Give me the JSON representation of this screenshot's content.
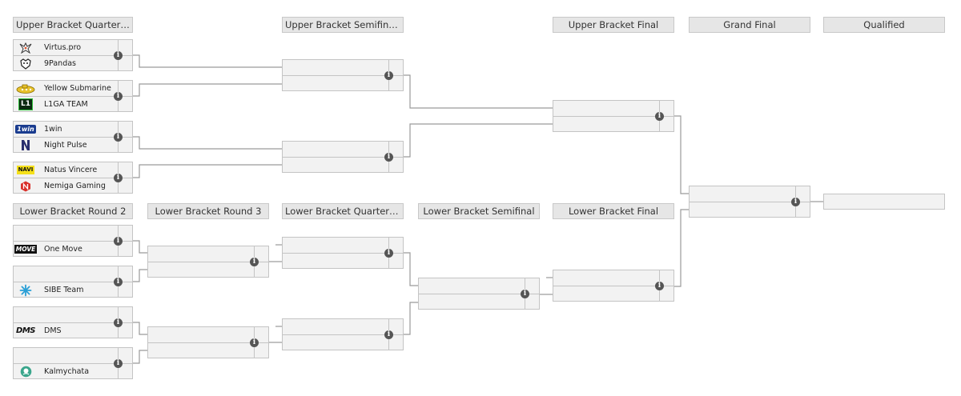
{
  "headers": {
    "ubqf": "Upper Bracket Quarterfin...",
    "ubsf": "Upper Bracket Semifinals",
    "ubf": "Upper Bracket Final",
    "gf": "Grand Final",
    "qualified": "Qualified",
    "lbr2": "Lower Bracket Round 2",
    "lbr3": "Lower Bracket Round 3",
    "lbqf": "Lower Bracket Quarterfin...",
    "lbsf": "Lower Bracket Semifinal",
    "lbf": "Lower Bracket Final"
  },
  "teams": {
    "virtus_pro": "Virtus.pro",
    "nine_pandas": "9Pandas",
    "yellow_submarine": "Yellow Submarine",
    "l1ga_team": "L1GA TEAM",
    "one_win": "1win",
    "night_pulse": "Night Pulse",
    "natus_vincere": "Natus Vincere",
    "nemiga_gaming": "Nemiga Gaming",
    "one_move": "One Move",
    "sibe_team": "SIBE Team",
    "dms": "DMS",
    "kalmychata": "Kalmychata"
  },
  "logos": {
    "l1ga": "L1",
    "one_win": "1win",
    "navi": "NAVI",
    "one_move": "MOVE",
    "dms": "DMS"
  },
  "info_glyph": "i",
  "colors": {
    "connector": "#9a9a9a",
    "header_bg": "#e6e6e6",
    "match_bg": "#f2f2f2",
    "info_bg": "#555555"
  }
}
